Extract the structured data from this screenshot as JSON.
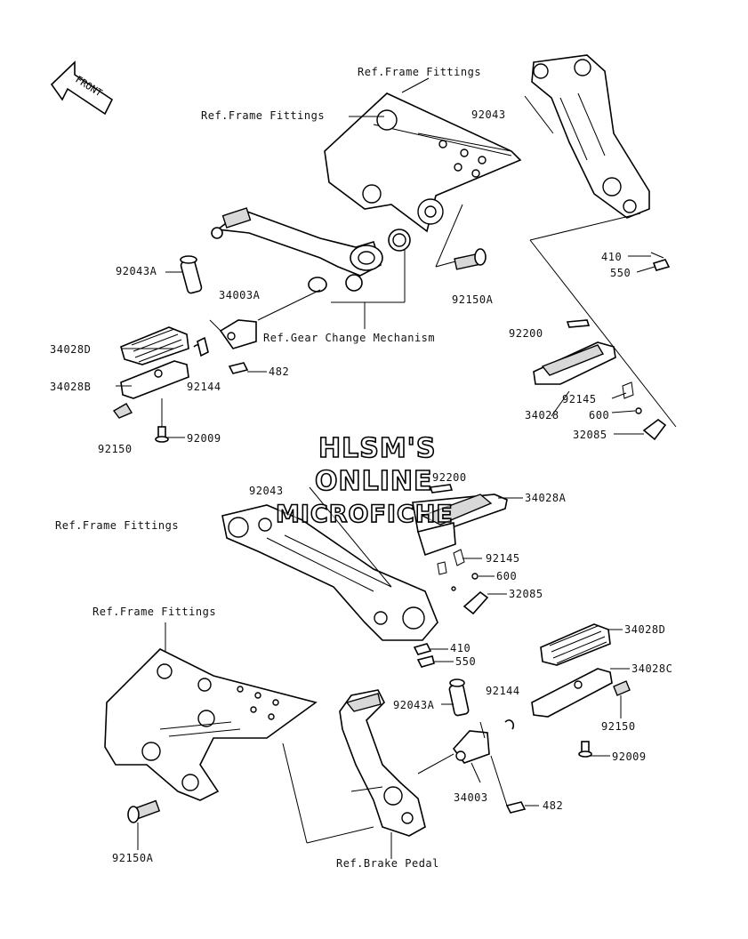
{
  "front_arrow": {
    "label": "FRONT"
  },
  "watermark": {
    "line1": "HLSM'S",
    "line2": "ONLINE",
    "line3": "MICROFICHE"
  },
  "labels": {
    "ref_frame_fittings_top": "Ref.Frame Fittings",
    "ref_frame_fittings_2": "Ref.Frame Fittings",
    "p92043_top": "92043",
    "p92043a_l": "92043A",
    "p34003a": "34003A",
    "ref_gear_change": "Ref.Gear Change Mechanism",
    "p92150a_top": "92150A",
    "p34028d_l": "34028D",
    "p92144_l": "92144",
    "p482_l": "482",
    "p34028b": "34028B",
    "p92150_l": "92150",
    "p92009_l": "92009",
    "p410_r": "410",
    "p550_r": "550",
    "p92200_r": "92200",
    "p92145_r": "92145",
    "p34028": "34028",
    "p600_r": "600",
    "p32085_r": "32085",
    "p92043_mid": "92043",
    "p92200_mid": "92200",
    "p34028a": "34028A",
    "ref_frame_fittings_mid": "Ref.Frame Fittings",
    "p92145_mid": "92145",
    "p600_mid": "600",
    "p32085_mid": "32085",
    "ref_frame_fittings_bottom": "Ref.Frame Fittings",
    "p410_mid": "410",
    "p550_mid": "550",
    "p34028d_r": "34028D",
    "p34028c": "34028C",
    "p92144_b": "92144",
    "p92043a_b": "92043A",
    "p92150_r": "92150",
    "p92009_r": "92009",
    "p34003": "34003",
    "p482_b": "482",
    "p92150a_b": "92150A",
    "ref_brake_pedal": "Ref.Brake Pedal"
  }
}
